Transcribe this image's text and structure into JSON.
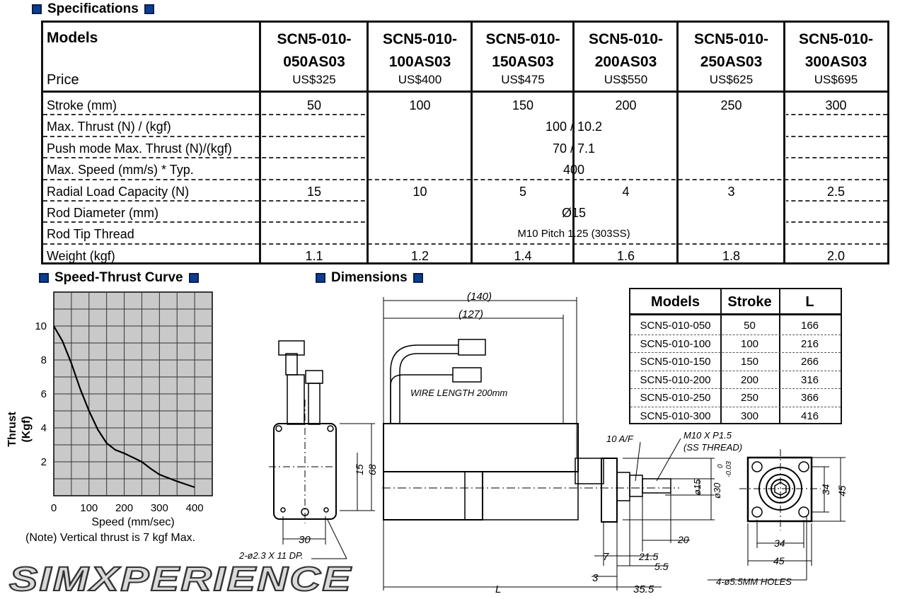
{
  "headers": {
    "spec": "Specifications",
    "curve": "Speed-Thrust Curve",
    "dims": "Dimensions"
  },
  "spec": {
    "models_label": "Models",
    "price_label": "Price",
    "models": [
      {
        "l1": "SCN5-010-",
        "l2": "050AS03",
        "price": "US$325"
      },
      {
        "l1": "SCN5-010-",
        "l2": "100AS03",
        "price": "US$400"
      },
      {
        "l1": "SCN5-010-",
        "l2": "150AS03",
        "price": "US$475"
      },
      {
        "l1": "SCN5-010-",
        "l2": "200AS03",
        "price": "US$550"
      },
      {
        "l1": "SCN5-010-",
        "l2": "250AS03",
        "price": "US$625"
      },
      {
        "l1": "SCN5-010-",
        "l2": "300AS03",
        "price": "US$695"
      }
    ],
    "rows": [
      {
        "label": "Stroke (mm)",
        "values": [
          "50",
          "100",
          "150",
          "200",
          "250",
          "300"
        ]
      },
      {
        "label": "Max. Thrust (N) / (kgf)",
        "span": "100 / 10.2"
      },
      {
        "label": "Push mode Max. Thrust (N)/(kgf)",
        "span": "70 / 7.1"
      },
      {
        "label": "Max. Speed (mm/s) * Typ.",
        "span": "400"
      },
      {
        "label": "Radial Load Capacity (N)",
        "values": [
          "15",
          "10",
          "5",
          "4",
          "3",
          "2.5"
        ]
      },
      {
        "label": "Rod Diameter (mm)",
        "span": "Ø15"
      },
      {
        "label": "Rod Tip Thread",
        "span": "M10 Pitch 1.25 (303SS)"
      },
      {
        "label": "Weight (kgf)",
        "values": [
          "1.1",
          "1.2",
          "1.4",
          "1.6",
          "1.8",
          "2.0"
        ]
      }
    ]
  },
  "chart_data": {
    "type": "line",
    "xlabel": "Speed (mm/sec)",
    "ylabel": "Thrust (Kgf)",
    "xlim": [
      0,
      450
    ],
    "ylim": [
      0,
      12
    ],
    "x_ticks": [
      "0",
      "100",
      "200",
      "300",
      "400"
    ],
    "y_ticks": [
      "10",
      "8",
      "6",
      "4",
      "2"
    ],
    "grid": true,
    "series": [
      {
        "x": [
          0,
          25,
          50,
          75,
          100,
          125,
          150,
          175,
          200,
          225,
          250,
          275,
          300,
          350,
          400
        ],
        "y": [
          10,
          9.1,
          7.8,
          6.3,
          5.0,
          3.9,
          3.1,
          2.7,
          2.5,
          2.25,
          2.0,
          1.6,
          1.25,
          0.85,
          0.5
        ]
      }
    ],
    "note": "(Note) Vertical thrust is 7 kgf Max."
  },
  "dims_table": {
    "headers": [
      "Models",
      "Stroke",
      "L"
    ],
    "rows": [
      [
        "SCN5-010-050",
        "50",
        "166"
      ],
      [
        "SCN5-010-100",
        "100",
        "216"
      ],
      [
        "SCN5-010-150",
        "150",
        "266"
      ],
      [
        "SCN5-010-200",
        "200",
        "316"
      ],
      [
        "SCN5-010-250",
        "250",
        "366"
      ],
      [
        "SCN5-010-300",
        "300",
        "416"
      ]
    ]
  },
  "drawing": {
    "d140": "(140)",
    "d127": "(127)",
    "wire": "WIRE LENGTH 200mm",
    "af": "10 A/F",
    "thread1": "M10 X P1.5",
    "thread2": "(SS THREAD)",
    "d15": "15",
    "d68": "68",
    "phi15": "ø15",
    "phi30": "ø30",
    "tol": "-0.03",
    "tol0": "0",
    "d30": "30",
    "holes1": "2-ø2.3 X 11 DP.",
    "d7": "7",
    "d215": "21.5",
    "d20": "20",
    "d55": "5.5",
    "d3": "3",
    "d355": "35.5",
    "dL": "L",
    "d34v": "34",
    "d45v": "45",
    "d34h": "34",
    "d45h": "45",
    "holes2": "4-ø5.5MM HOLES"
  },
  "logo": "SIMXPERIENCE"
}
